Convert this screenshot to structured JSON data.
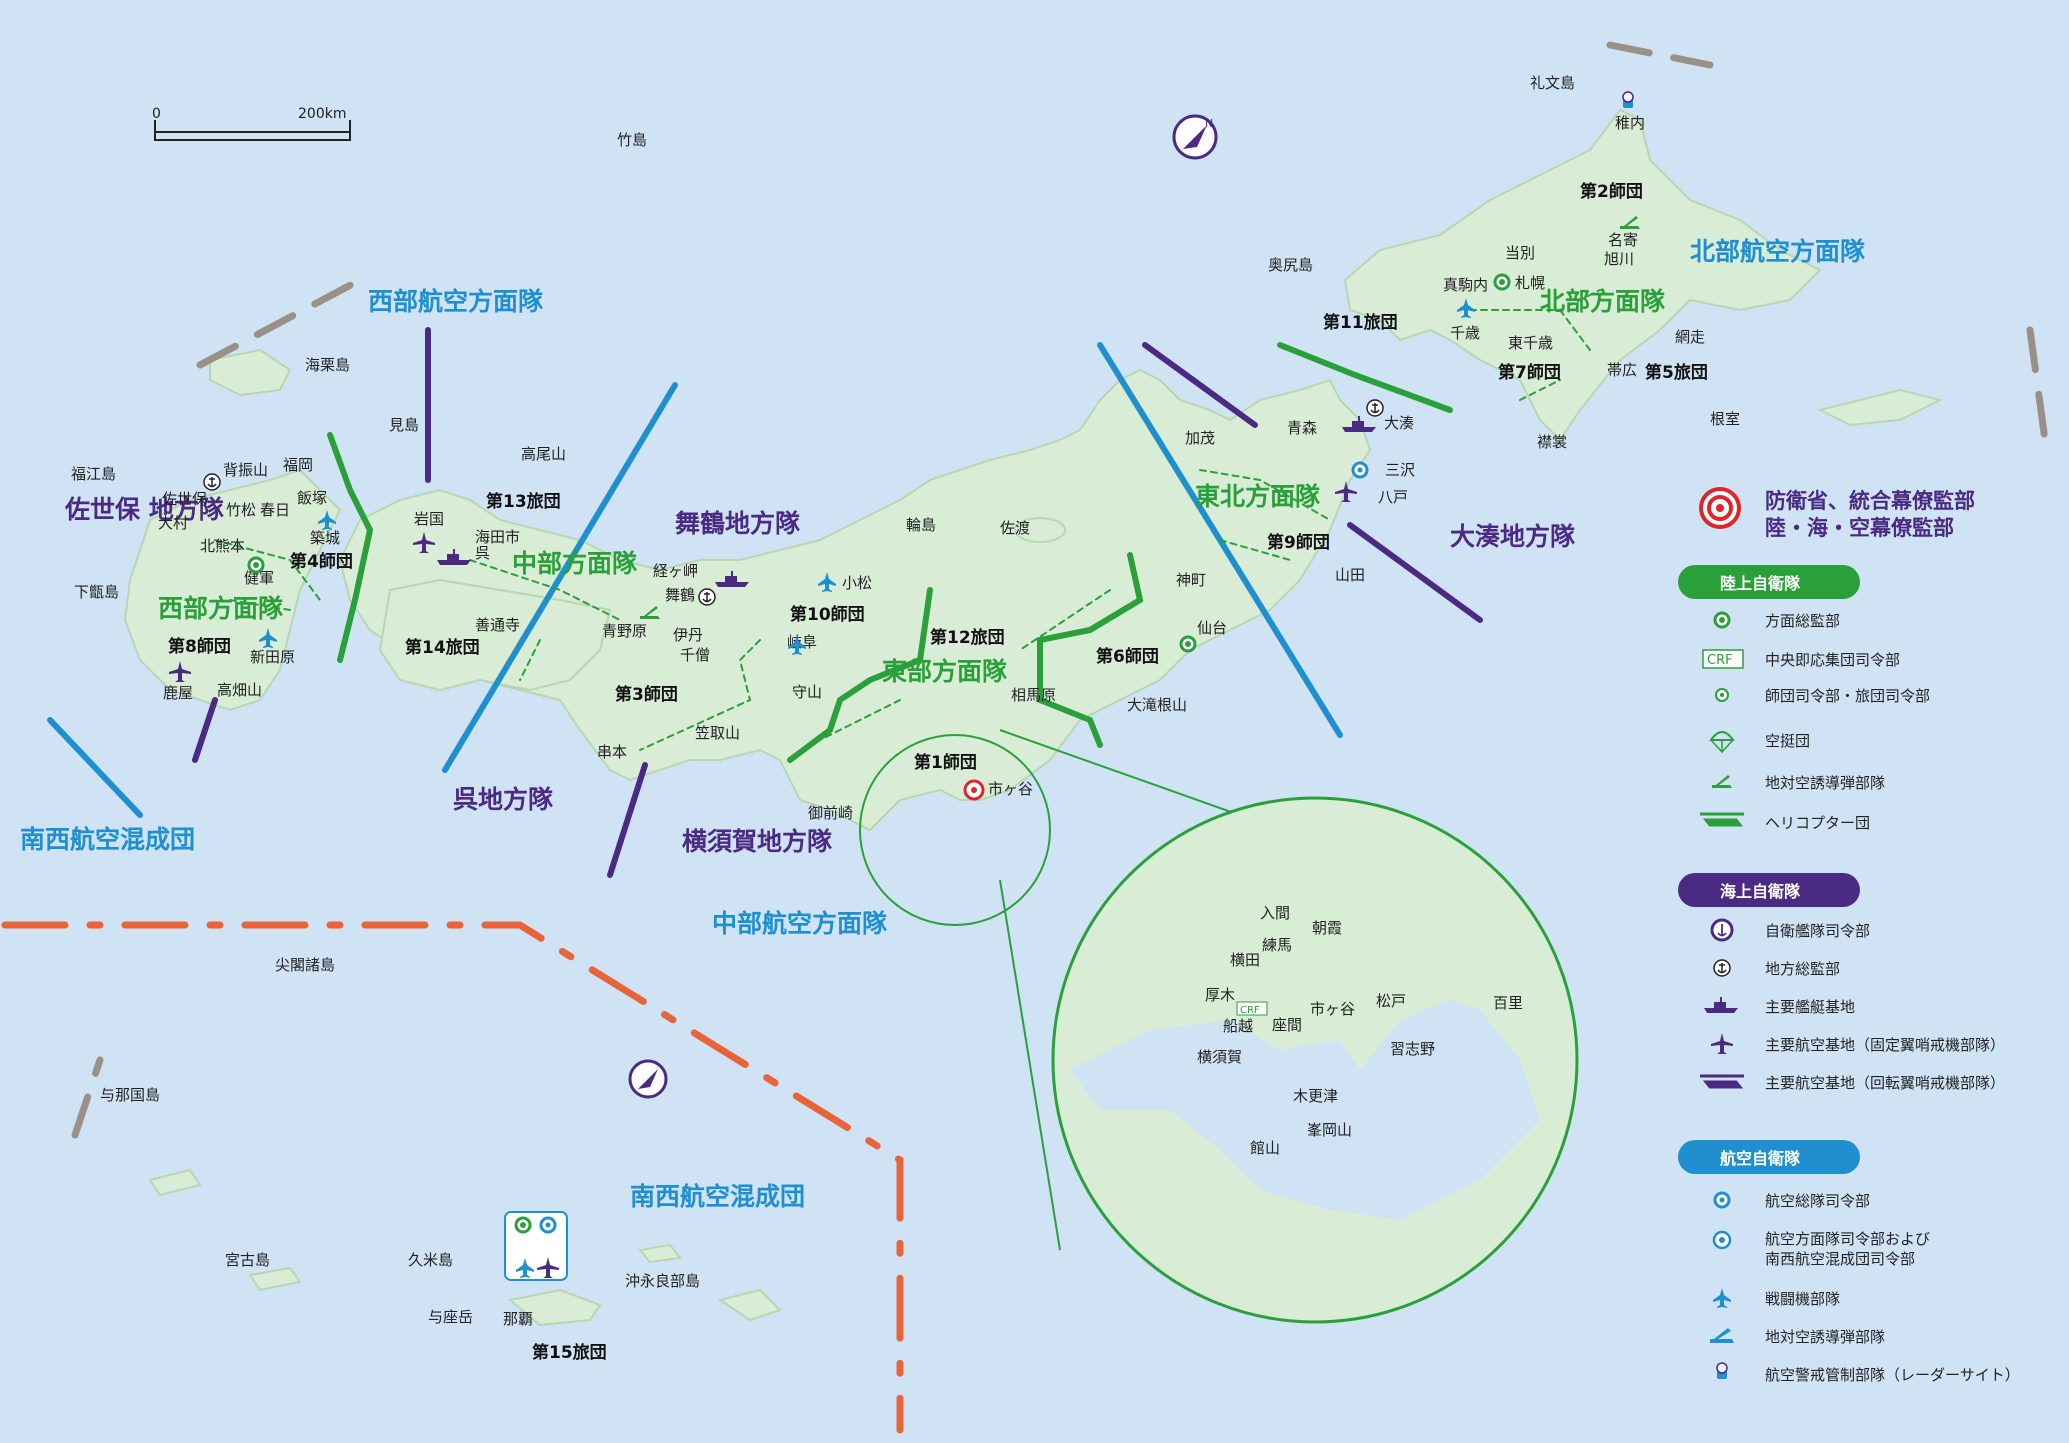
{
  "scale": {
    "zero": "0",
    "max": "200km"
  },
  "regions": {
    "ground": [
      "北部方面隊",
      "東北方面隊",
      "東部方面隊",
      "中部方面隊",
      "西部方面隊"
    ],
    "navy": [
      "大湊地方隊",
      "舞鶴地方隊",
      "横須賀地方隊",
      "呉地方隊",
      "佐世保 地方隊"
    ],
    "air": [
      "北部航空方面隊",
      "西部航空方面隊",
      "中部航空方面隊",
      "南西航空混成団",
      "南西航空混成団"
    ]
  },
  "units": [
    "第2師団",
    "第5旅団",
    "第7師団",
    "第11旅団",
    "第9師団",
    "第6師団",
    "第12旅団",
    "第1師団",
    "第10師団",
    "第3師団",
    "第13旅団",
    "第14旅団",
    "第4師団",
    "第8師団",
    "第15旅団"
  ],
  "places": [
    "礼文島",
    "稚内",
    "名寄",
    "旭川",
    "当別",
    "札幌",
    "真駒内",
    "千歳",
    "東千歳",
    "帯広",
    "網走",
    "根室",
    "襟裳",
    "奥尻島",
    "青森",
    "大湊",
    "三沢",
    "八戸",
    "加茂",
    "山田",
    "神町",
    "仙台",
    "大滝根山",
    "佐渡",
    "輪島",
    "小松",
    "経ヶ岬",
    "舞鶴",
    "青野原",
    "伊丹",
    "千僧",
    "岐阜",
    "守山",
    "笠取山",
    "串本",
    "御前崎",
    "相馬原",
    "市ヶ谷",
    "竹島",
    "見島",
    "高尾山",
    "岩国",
    "海田市",
    "呉",
    "善通寺",
    "海栗島",
    "福江島",
    "背振山",
    "福岡",
    "佐世保",
    "竹松",
    "春日",
    "飯塚",
    "大村",
    "築城",
    "北熊本",
    "健軍",
    "下甑島",
    "新田原",
    "鹿屋",
    "高畑山",
    "尖閣諸島",
    "与那国島",
    "宮古島",
    "久米島",
    "与座岳",
    "那覇",
    "沖永良部島"
  ],
  "inset": {
    "places": [
      "入間",
      "朝霞",
      "練馬",
      "横田",
      "厚木",
      "市ヶ谷",
      "松戸",
      "座間",
      "百里",
      "船越",
      "習志野",
      "横須賀",
      "木更津",
      "峯岡山",
      "館山"
    ],
    "crf": "CRF"
  },
  "legend": {
    "hq": "防衛省、統合幕僚監部 陸・海・空幕僚監部",
    "hq_lines": [
      "防衛省、統合幕僚監部",
      "陸・海・空幕僚監部"
    ],
    "ground": {
      "title": "陸上自衛隊",
      "items": [
        "方面総監部",
        "中央即応集団司令部",
        "師団司令部・旅団司令部",
        "空挺団",
        "地対空誘導弾部隊",
        "ヘリコプター団"
      ],
      "crf": "CRF"
    },
    "navy": {
      "title": "海上自衛隊",
      "items": [
        "自衛艦隊司令部",
        "地方総監部",
        "主要艦艇基地",
        "主要航空基地（固定翼哨戒機部隊）",
        "主要航空基地（回転翼哨戒機部隊）"
      ]
    },
    "air": {
      "title": "航空自衛隊",
      "items": [
        "航空総隊司令部",
        "航空方面隊司令部および",
        "南西航空混成団司令部",
        "戦闘機部隊",
        "地対空誘導弾部隊",
        "航空警戒管制部隊（レーダーサイト）"
      ]
    }
  },
  "colors": {
    "sea": "#cfe3f4",
    "land": "#d9ecd6",
    "coast": "#b9d6b3",
    "ground": "#2aa03a",
    "navy": "#4a2a82",
    "air": "#1f8fd0",
    "border_orange": "#e8643a",
    "border_gray": "#9a9085",
    "hq_red": "#e0242b"
  },
  "icons": [
    "compass-icon",
    "radar-icon",
    "fighter-jet-icon",
    "anchor-icon",
    "ship-icon",
    "patrol-plane-icon",
    "helicopter-icon",
    "missile-launcher-icon",
    "parachute-icon",
    "target-hq-icon"
  ]
}
